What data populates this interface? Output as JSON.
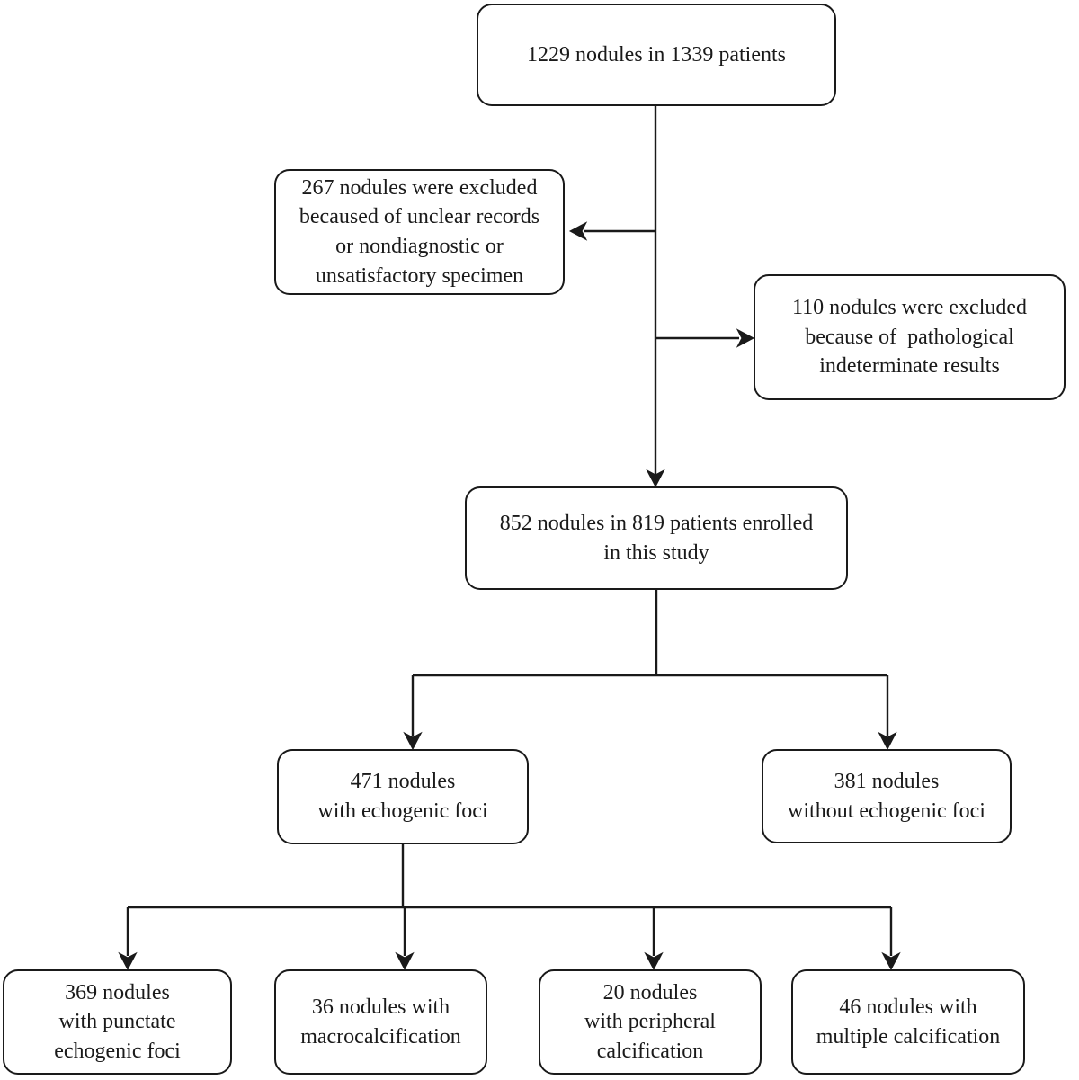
{
  "diagram": {
    "type": "flowchart",
    "background_color": "#ffffff",
    "line_color": "#1a1a1a",
    "text_color": "#1a1a1a",
    "nodes": {
      "initial": {
        "text": "1229 nodules in 1339 patients"
      },
      "excluded_unclear": {
        "text": "267 nodules were excluded\nbecaused of unclear records\nor nondiagnostic or\nunsatisfactory specimen"
      },
      "excluded_pathological": {
        "text": "110 nodules were excluded\nbecause of  pathological\nindeterminate results"
      },
      "enrolled": {
        "text": "852 nodules in 819 patients enrolled\nin this study"
      },
      "echogenic_foci": {
        "text": "471 nodules\nwith echogenic foci"
      },
      "no_echogenic_foci": {
        "text": "381 nodules\nwithout echogenic foci"
      },
      "punctate_foci": {
        "text": "369 nodules\nwith punctate\nechogenic foci"
      },
      "macrocalcification": {
        "text": "36 nodules with\nmacrocalcification"
      },
      "peripheral_calcification": {
        "text": "20 nodules\nwith peripheral\ncalcification"
      },
      "multiple_calcification": {
        "text": "46 nodules with\nmultiple calcification"
      }
    }
  }
}
